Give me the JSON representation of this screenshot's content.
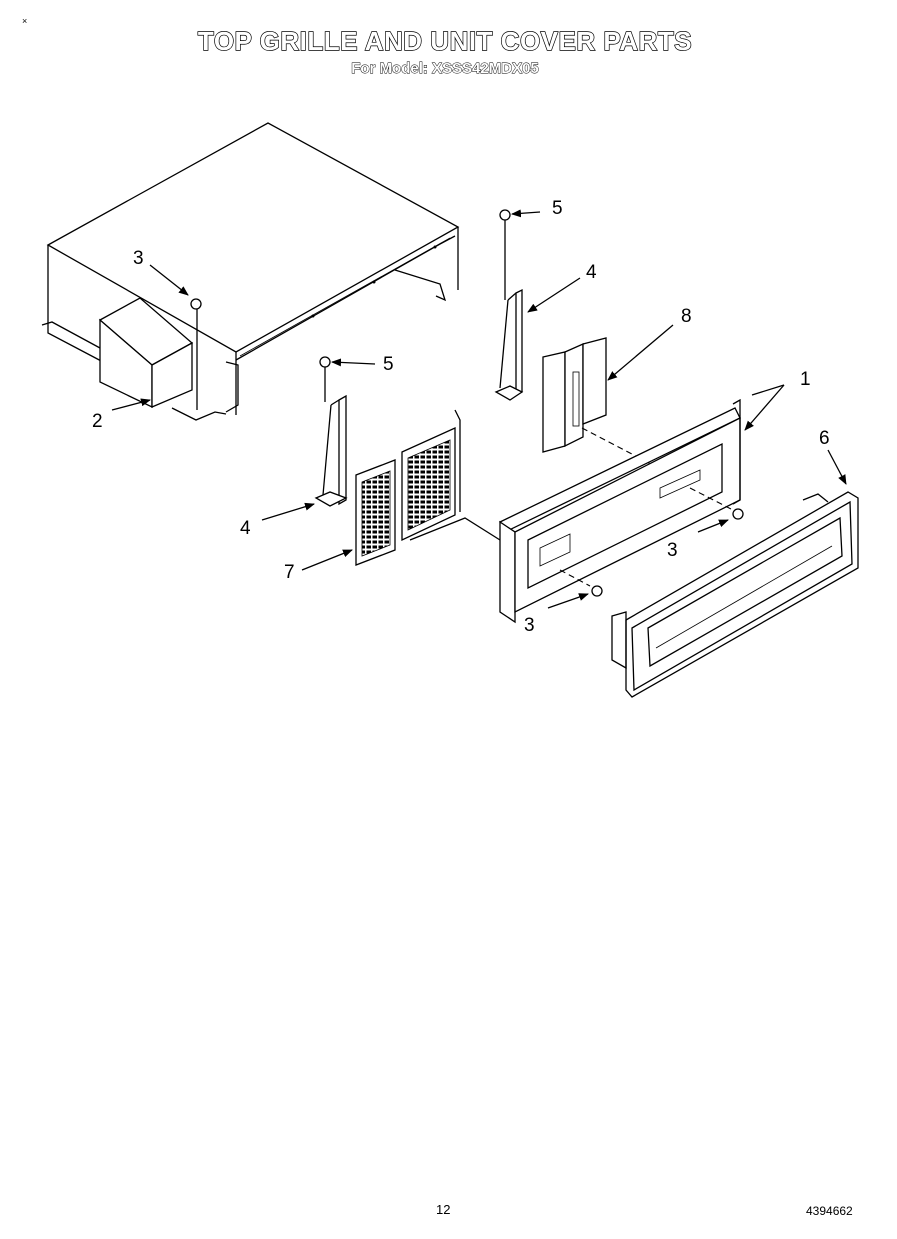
{
  "header": {
    "corner_mark": "×",
    "title": "TOP GRILLE AND UNIT COVER PARTS",
    "subtitle": "For Model: XSSS42MDX05"
  },
  "callouts": [
    "1",
    "2",
    "3",
    "3",
    "3",
    "4",
    "4",
    "5",
    "5",
    "6",
    "7",
    "8"
  ],
  "footer": {
    "page_number": "12",
    "document_number": "4394662"
  }
}
